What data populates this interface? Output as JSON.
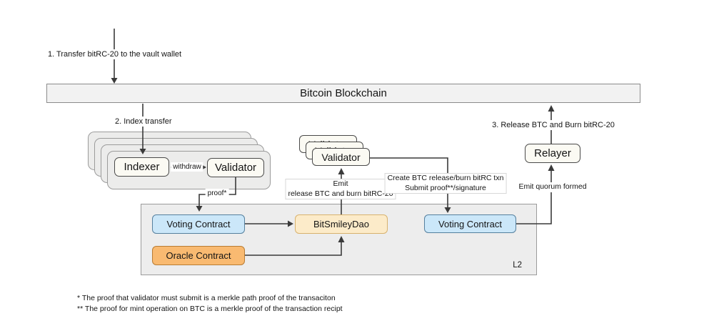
{
  "diagram": {
    "title_bar": "Bitcoin Blockchain",
    "labels": {
      "step1": "1. Transfer bitRC-20 to the vault wallet",
      "step2": "2. Index transfer",
      "step3": "3. Release BTC and Burn bitRC-20",
      "withdraw": "withdraw",
      "proof": "proof*",
      "emit_release_line1": "Emit",
      "emit_release_line2": "release BTC and burn bitRC-20",
      "create_txn_line1": "Create BTC release/burn bitRC txn",
      "create_txn_line2": "Submit proof**/signature",
      "emit_quorum": "Emit quorum formed",
      "l2": "L2"
    },
    "nodes": {
      "indexer": "Indexer",
      "validator_left": "Validator",
      "validator_mid": "Validator",
      "relayer": "Relayer",
      "voting_contract_left": "Voting Contract",
      "bitsmiley_dao": "BitSmileyDao",
      "oracle_contract": "Oracle Contract",
      "voting_contract_right": "Voting Contract"
    },
    "footnotes": [
      "*  The proof that validator must submit is a merkle path proof of the transaciton",
      "** The proof for mint operation on BTC is a merkle proof of the transaction recipt"
    ],
    "colors": {
      "node_fill": "#fbfaf3",
      "node_stroke": "#4a4a4a",
      "blue_fill": "#cbe7f9",
      "blue_stroke": "#55809e",
      "peach_fill": "#fcebc9",
      "peach_stroke": "#d8b26e",
      "orange_fill": "#f9ba71",
      "orange_stroke": "#b97c33",
      "gray_fill": "#ededed",
      "gray_stroke": "#9b9b9b",
      "bar_fill": "#f2f2f2",
      "line": "#3a3a3a"
    }
  }
}
